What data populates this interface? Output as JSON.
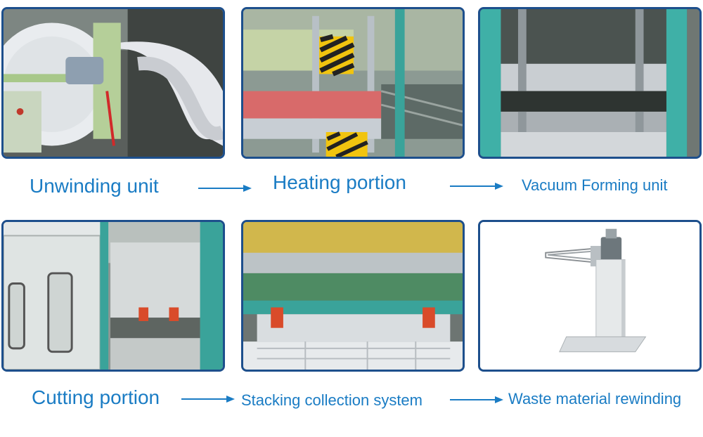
{
  "row1": {
    "step1": "Unwinding unit",
    "step2": "Heating portion",
    "step3": "Vacuum Forming unit"
  },
  "row2": {
    "step1": "Cutting portion",
    "step2": "Stacking collection system",
    "step3": "Waste material rewinding"
  },
  "colors": {
    "text": "#1a7cc4",
    "frame": "#1d4f8c",
    "arrow": "#1a7cc4"
  }
}
